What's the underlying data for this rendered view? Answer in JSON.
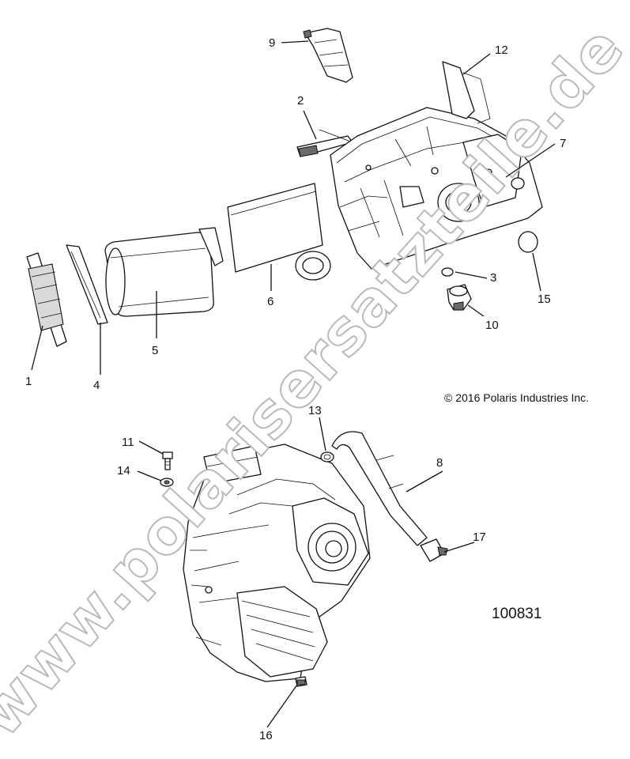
{
  "diagram": {
    "copyright": "© 2016 Polaris Industries Inc.",
    "diagram_number": "100831",
    "watermark": "www.polarisersatzteile.de",
    "callouts": [
      "1",
      "2",
      "3",
      "4",
      "5",
      "6",
      "7",
      "8",
      "9",
      "10",
      "11",
      "12",
      "13",
      "14",
      "15",
      "16",
      "17"
    ]
  }
}
